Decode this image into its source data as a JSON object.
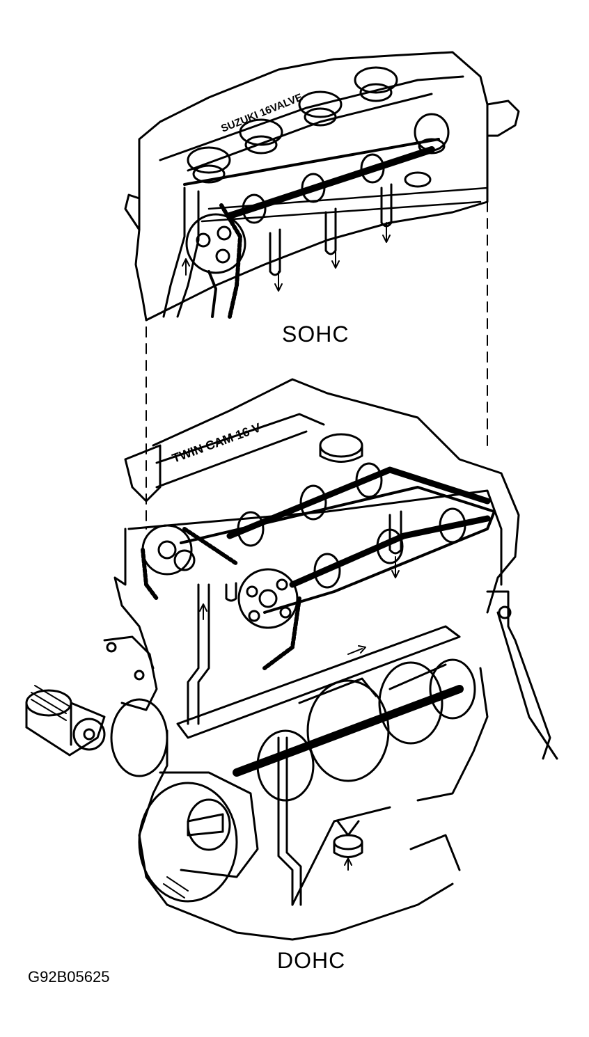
{
  "labels": {
    "top_engine": "SOHC",
    "bottom_engine": "DOHC",
    "figure_id": "G92B05625"
  },
  "cover_text": {
    "sohc": "SUZUKI 16VALVE",
    "dohc": "TWIN CAM 16 V"
  },
  "colors": {
    "line": "#000000",
    "background": "#ffffff"
  }
}
